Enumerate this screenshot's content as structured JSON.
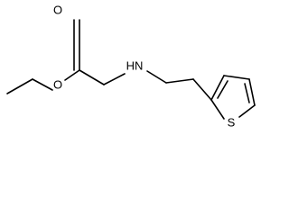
{
  "molecule": {
    "atoms": {
      "carbonyl_oxygen": "O",
      "ester_oxygen": "O",
      "amine": "HN",
      "sulfur": "S"
    },
    "colors": {
      "bond": "#000000",
      "label": "#000000",
      "background": "#ffffff"
    }
  }
}
